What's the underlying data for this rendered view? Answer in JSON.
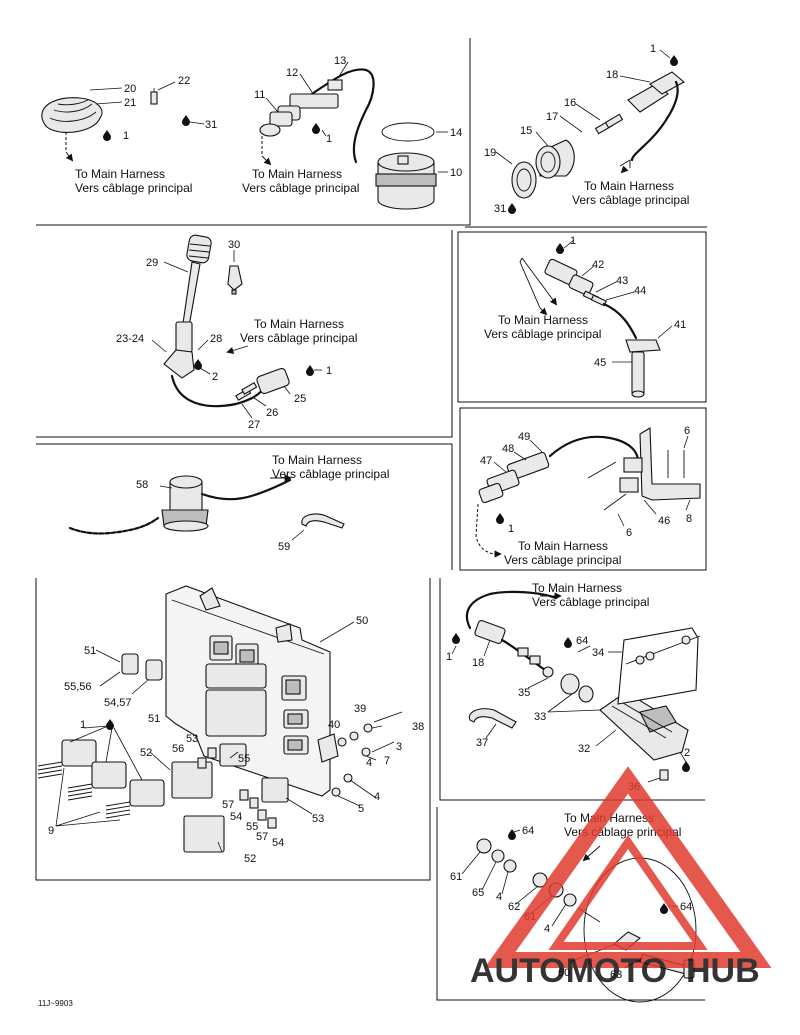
{
  "captions": {
    "en": "To Main Harness",
    "fr": "Vers câblage principal"
  },
  "drawing_id": "11J~9903",
  "watermark": {
    "text_a": "AUTOMOTO",
    "text_b": "HUB",
    "color_red": "#e03b2e",
    "color_orange": "#f2a93b"
  },
  "callouts": {
    "p1": [
      "20",
      "21",
      "22",
      "1",
      "31"
    ],
    "p2": [
      "13",
      "12",
      "11",
      "1",
      "14",
      "10"
    ],
    "p3": [
      "1",
      "18",
      "16",
      "17",
      "15",
      "19",
      "31"
    ],
    "p4": [
      "30",
      "29",
      "28",
      "23-24",
      "2",
      "1",
      "25",
      "26",
      "27"
    ],
    "p5": [
      "1",
      "42",
      "43",
      "44",
      "41",
      "45"
    ],
    "p6": [
      "58",
      "59"
    ],
    "p7": [
      "49",
      "48",
      "47",
      "1",
      "6",
      "46",
      "8",
      "6"
    ],
    "p8": [
      "50",
      "51",
      "55,56",
      "54,57",
      "1",
      "51",
      "52",
      "56",
      "53",
      "55",
      "9",
      "57",
      "54",
      "55",
      "57",
      "54",
      "53",
      "52",
      "40",
      "39",
      "38",
      "3",
      "4",
      "7",
      "4",
      "5"
    ],
    "p9": [
      "64",
      "34",
      "1",
      "18",
      "35",
      "33",
      "37",
      "32",
      "2",
      "36"
    ],
    "p10": [
      "64",
      "61",
      "65",
      "4",
      "62",
      "61",
      "4",
      "64",
      "60",
      "63"
    ]
  }
}
